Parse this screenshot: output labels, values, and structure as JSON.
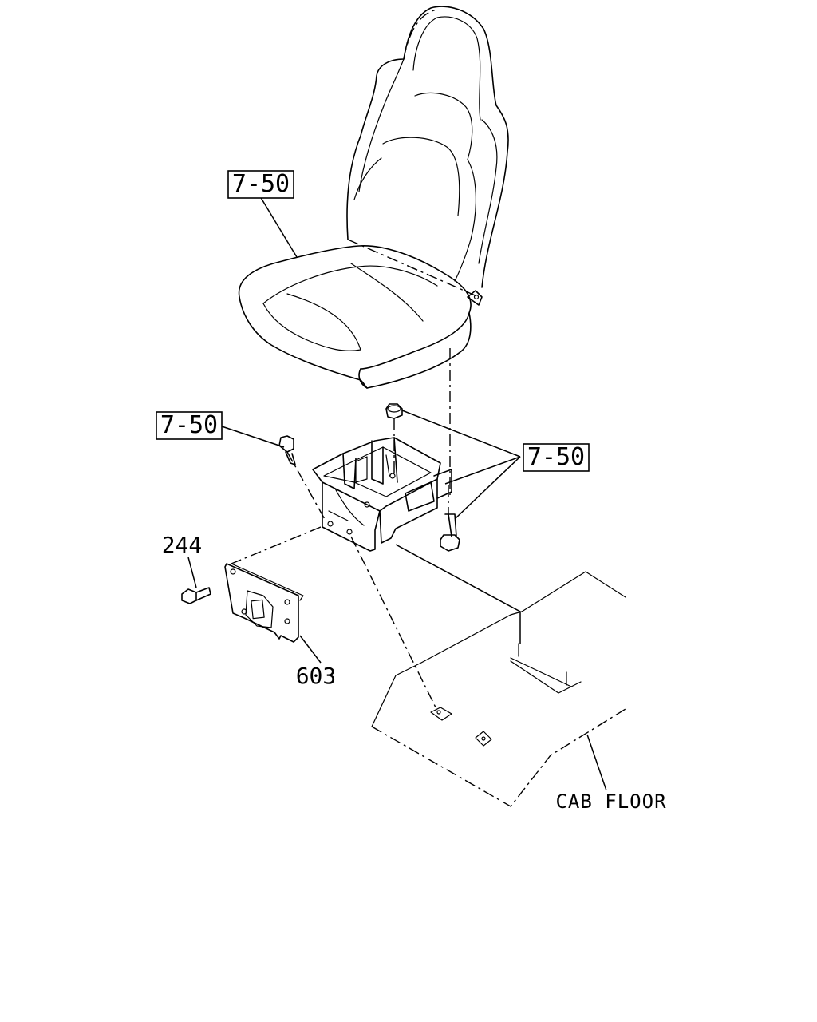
{
  "labels": {
    "seat_ref": "7-50",
    "bolt_ref": "7-50",
    "fastener_ref": "7-50",
    "bolt_part": "244",
    "bracket_part": "603",
    "floor": "CAB FLOOR"
  }
}
